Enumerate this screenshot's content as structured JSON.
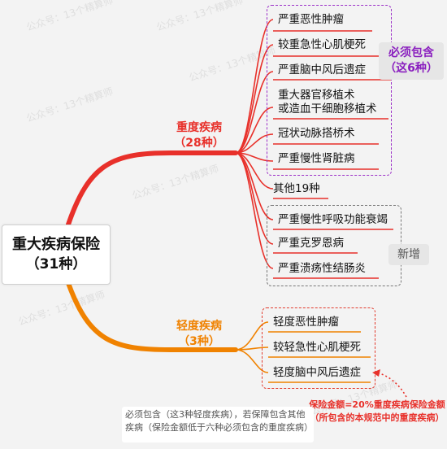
{
  "root": {
    "title": "重大疾病保险",
    "subtitle": "（31种）"
  },
  "severe": {
    "title": "重度疾病",
    "subtitle": "（28种）",
    "must_items": [
      "严重恶性肿瘤",
      "较重急性心肌梗死",
      "严重脑中风后遗症",
      "重大器官移植术",
      "或造血干细胞移植术",
      "冠状动脉搭桥术",
      "严重慢性肾脏病"
    ],
    "must_tag": [
      "必须包含",
      "（这6种）"
    ],
    "other_label": "其他19种",
    "new_items": [
      "严重慢性呼吸功能衰竭",
      "严重克罗恩病",
      "严重溃疡性结肠炎"
    ],
    "new_tag": "新增"
  },
  "mild": {
    "title": "轻度疾病",
    "subtitle": "（3种）",
    "items": [
      "轻度恶性肿瘤",
      "较轻急性心肌梗死",
      "轻度脑中风后遗症"
    ]
  },
  "notes": {
    "red": [
      "保险金额=20%重度疾病保险金额",
      "（所包含的本规范中的重度疾病）"
    ],
    "gray": [
      "必须包含（这3种轻度疾病），若保障包含其他",
      "疾病（保险金额低于六种必须包含的重度疾病）"
    ]
  },
  "watermark": [
    "公众号",
    "13个精算师"
  ],
  "colors": {
    "severe": "#e8302a",
    "mild": "#f08200",
    "must_border": "#9b2fc7",
    "new_border": "#777777"
  }
}
